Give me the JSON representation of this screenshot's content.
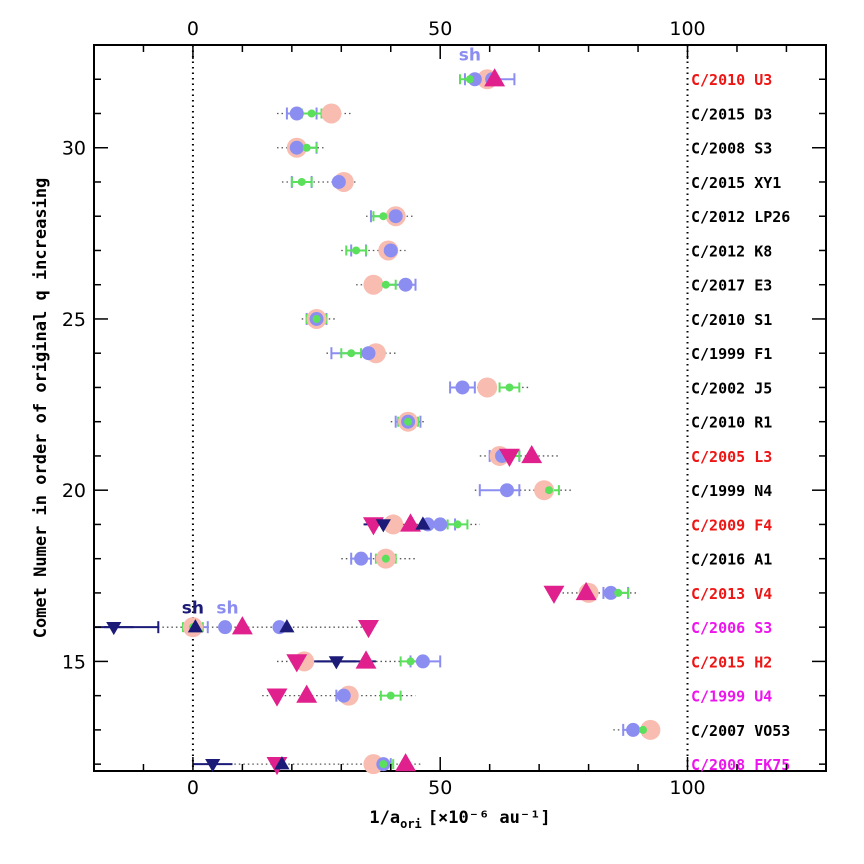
{
  "chart_data": {
    "type": "scatter",
    "xlabel": "1/a",
    "xlabel_sub": "ori",
    "xlabel_units": "[×10⁻⁶ au⁻¹]",
    "ylabel": "Comet Numer in order of original q increasing",
    "xlim": [
      -20,
      128
    ],
    "ylim": [
      11.8,
      33.0
    ],
    "x_ticks": [
      0,
      50,
      100
    ],
    "x_tick_labels": [
      "0",
      "50",
      "100"
    ],
    "y_ticks": [
      15,
      20,
      25,
      30
    ],
    "y_tick_labels": [
      "15",
      "20",
      "25",
      "30"
    ],
    "vertical_dotted_lines": [
      0,
      100
    ],
    "colors": {
      "original": "#f8bcb0",
      "corrected": "#8b8ef0",
      "nongrav": "#5ae05a",
      "navy": "#1c1c78",
      "magenta": "#e0208c",
      "red_label": "#ee1515",
      "magenta_label": "#ee14ee",
      "black_label": "#000000"
    },
    "comets": [
      {
        "y": 32,
        "name": "C/2010 U3",
        "label_color": "red",
        "range": [
          54,
          65
        ],
        "original": 59.5,
        "corrected": 60.5,
        "corrected2": 57,
        "nongrav": 56,
        "err_corr": [
          55,
          65
        ],
        "tri_up": [
          61
        ],
        "tri_down": [],
        "navy_up": [],
        "navy_down": []
      },
      {
        "y": 31,
        "name": "C/2015 D3",
        "label_color": "black",
        "range": [
          17,
          32
        ],
        "original": 28,
        "corrected": 21,
        "nongrav": 24,
        "err_corr": [
          19,
          25
        ],
        "tri_up": [],
        "tri_down": [],
        "navy_up": [],
        "navy_down": []
      },
      {
        "y": 30,
        "name": "C/2008 S3",
        "label_color": "black",
        "range": [
          17,
          27
        ],
        "original": 21,
        "corrected": 21,
        "nongrav": 23,
        "err_corr": [
          20,
          25
        ],
        "tri_up": [],
        "tri_down": [],
        "navy_up": [],
        "navy_down": []
      },
      {
        "y": 29,
        "name": "C/2015 XY1",
        "label_color": "black",
        "range": [
          18,
          33
        ],
        "original": 30.5,
        "corrected": 29.5,
        "nongrav": 22,
        "err_corr": [
          20,
          24
        ],
        "tri_up": [],
        "tri_down": [],
        "navy_up": [],
        "navy_down": []
      },
      {
        "y": 28,
        "name": "C/2012 LP26",
        "label_color": "black",
        "range": [
          35,
          45
        ],
        "original": 41,
        "corrected": 41,
        "nongrav": 38.5,
        "err_corr": [
          36,
          42
        ],
        "tri_up": [],
        "tri_down": [],
        "navy_up": [],
        "navy_down": []
      },
      {
        "y": 27,
        "name": "C/2012 K8",
        "label_color": "black",
        "range": [
          30,
          43
        ],
        "original": 39.5,
        "corrected": 40,
        "nongrav": 33,
        "err_corr": [
          32,
          35
        ],
        "tri_up": [],
        "tri_down": [],
        "navy_up": [],
        "navy_down": []
      },
      {
        "y": 26,
        "name": "C/2017 E3",
        "label_color": "black",
        "range": [
          33,
          45
        ],
        "original": 36.5,
        "corrected": 43,
        "nongrav": 39,
        "err_corr": [
          38,
          45
        ],
        "tri_up": [],
        "tri_down": [],
        "navy_up": [],
        "navy_down": []
      },
      {
        "y": 25,
        "name": "C/2010 S1",
        "label_color": "black",
        "range": [
          22,
          29
        ],
        "original": 25,
        "corrected": 25,
        "nongrav": 25,
        "err_corr": [
          23,
          27
        ],
        "tri_up": [],
        "tri_down": [],
        "navy_up": [],
        "navy_down": []
      },
      {
        "y": 24,
        "name": "C/1999 F1",
        "label_color": "black",
        "range": [
          27,
          41
        ],
        "original": 37,
        "corrected": 35.5,
        "nongrav": 32,
        "err_corr": [
          28,
          37
        ],
        "tri_up": [],
        "tri_down": [],
        "navy_up": [],
        "navy_down": []
      },
      {
        "y": 23,
        "name": "C/2002 J5",
        "label_color": "black",
        "range": [
          52,
          68
        ],
        "original": 59.5,
        "corrected": 54.5,
        "nongrav": 64,
        "err_corr": [
          52,
          57
        ],
        "tri_up": [],
        "tri_down": [],
        "navy_up": [],
        "navy_down": []
      },
      {
        "y": 22,
        "name": "C/2010 R1",
        "label_color": "black",
        "range": [
          40,
          47
        ],
        "original": 43.5,
        "corrected": 43.5,
        "nongrav": 43.5,
        "err_corr": [
          41,
          46
        ],
        "tri_up": [],
        "tri_down": [],
        "navy_up": [],
        "navy_down": []
      },
      {
        "y": 21,
        "name": "C/2005 L3",
        "label_color": "red",
        "range": [
          58,
          74
        ],
        "original": 62,
        "corrected": 62.5,
        "nongrav": 64,
        "err_corr": [
          60,
          66
        ],
        "tri_up": [
          68.5
        ],
        "tri_down": [
          64
        ],
        "navy_up": [],
        "navy_down": []
      },
      {
        "y": 20,
        "name": "C/1999 N4",
        "label_color": "black",
        "range": [
          57,
          77
        ],
        "original": 71,
        "corrected": 63.5,
        "nongrav": 72,
        "err_corr": [
          58,
          66
        ],
        "tri_up": [],
        "tri_down": [],
        "navy_up": [],
        "navy_down": []
      },
      {
        "y": 19,
        "name": "C/2009 F4",
        "label_color": "red",
        "range": [
          37,
          58
        ],
        "original": 40.5,
        "corrected": 50,
        "corrected2": 47.5,
        "nongrav": 53.5,
        "err_corr": [
          47,
          53
        ],
        "tri_up": [
          44
        ],
        "tri_down": [
          36.5
        ],
        "navy_up": [
          46.5
        ],
        "navy_down": [
          38.5
        ]
      },
      {
        "y": 18,
        "name": "C/2016 A1",
        "label_color": "black",
        "range": [
          30,
          45
        ],
        "original": 39,
        "corrected": 34,
        "nongrav": 39,
        "err_corr": [
          32,
          36
        ],
        "tri_up": [],
        "tri_down": [],
        "navy_up": [],
        "navy_down": []
      },
      {
        "y": 17,
        "name": "C/2013 V4",
        "label_color": "red",
        "range": [
          72,
          90
        ],
        "original": 80,
        "corrected": 84.5,
        "nongrav": 86,
        "err_corr": [
          83,
          88
        ],
        "tri_up": [
          79.5
        ],
        "tri_down": [
          73
        ],
        "navy_up": [],
        "navy_down": []
      },
      {
        "y": 16,
        "name": "C/2006 S3",
        "label_color": "magenta",
        "range": [
          -18,
          36
        ],
        "original": 0,
        "corrected": 6.5,
        "corrected2": 17.5,
        "nongrav": 0,
        "err_corr": [
          -1,
          3
        ],
        "tri_up": [
          10
        ],
        "tri_down": [
          35.5
        ],
        "navy_up": [
          19,
          0.5
        ],
        "navy_down": [
          -16
        ]
      },
      {
        "y": 15,
        "name": "C/2015 H2",
        "label_color": "red",
        "range": [
          17,
          50
        ],
        "original": 22.5,
        "corrected": 46.5,
        "nongrav": 44,
        "err_corr": [
          44,
          50
        ],
        "tri_up": [
          35
        ],
        "tri_down": [
          21
        ],
        "navy_up": [],
        "navy_down": [
          29
        ]
      },
      {
        "y": 14,
        "name": "C/1999 U4",
        "label_color": "magenta",
        "range": [
          14,
          45
        ],
        "original": 31.5,
        "corrected": 30.5,
        "nongrav": 40,
        "err_corr": [
          29,
          32
        ],
        "tri_up": [
          23
        ],
        "tri_down": [
          17
        ],
        "navy_up": [],
        "navy_down": []
      },
      {
        "y": 13,
        "name": "C/2007 VO53",
        "label_color": "black",
        "range": [
          85,
          94
        ],
        "original": 92.5,
        "corrected": 89,
        "nongrav": 91,
        "err_corr": [
          87,
          91
        ],
        "tri_up": [],
        "tri_down": [],
        "navy_up": [],
        "navy_down": []
      },
      {
        "y": 12,
        "name": "C/2008 FK75",
        "label_color": "magenta",
        "range": [
          2,
          46
        ],
        "original": 36.5,
        "corrected": 38.5,
        "nongrav": 38.5,
        "err_corr": [
          37,
          40
        ],
        "tri_up": [
          43
        ],
        "tri_down": [
          17
        ],
        "navy_up": [
          18
        ],
        "navy_down": [
          4
        ]
      }
    ],
    "annotations": [
      {
        "text": "sh",
        "x": 56,
        "y": 32.55,
        "color": "corrected"
      },
      {
        "text": "sh",
        "x": 0,
        "y": 16.4,
        "color": "navy"
      },
      {
        "text": "sh",
        "x": 7,
        "y": 16.4,
        "color": "corrected"
      }
    ]
  }
}
